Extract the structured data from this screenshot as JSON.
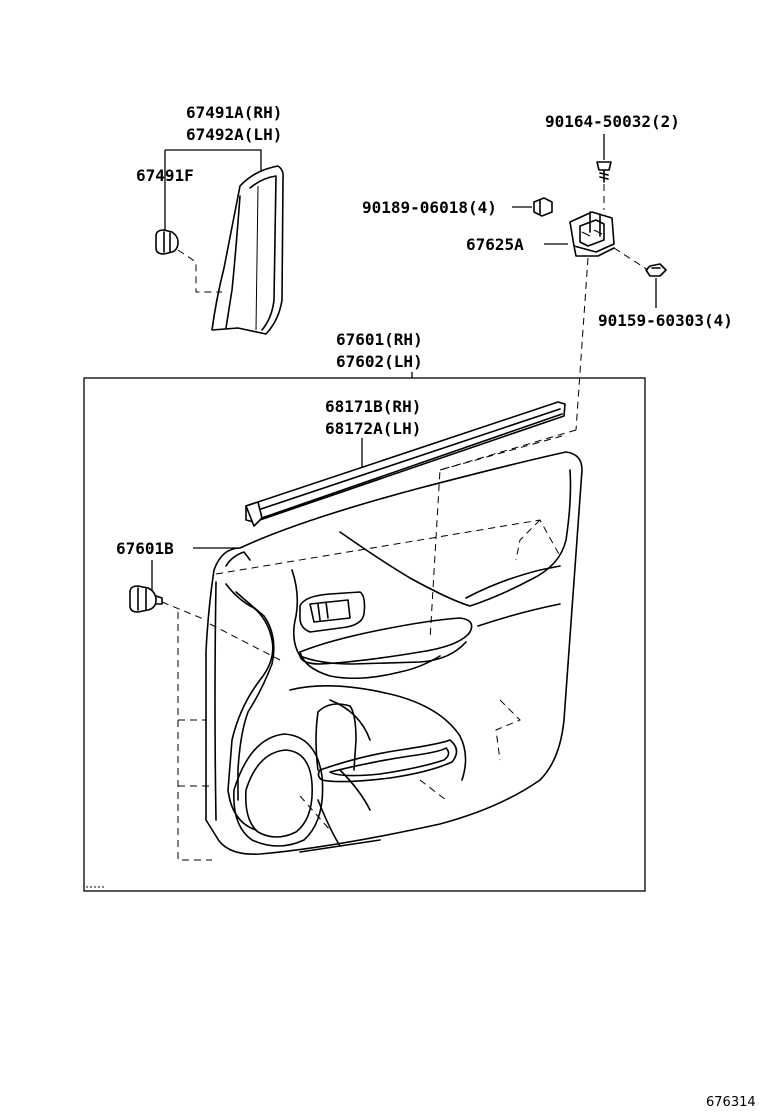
{
  "labels": {
    "p67491a": "67491A(RH)",
    "p67492a": "67492A(LH)",
    "p67491f": "67491F",
    "p90164": "90164-50032(2)",
    "p90189": "90189-06018(4)",
    "p67625a": "67625A",
    "p90159": "90159-60303(4)",
    "p67601": "67601(RH)",
    "p67602": "67602(LH)",
    "p68171b": "68171B(RH)",
    "p68172a": "68172A(LH)",
    "p67601b": "67601B"
  },
  "figure_ref": "676314"
}
